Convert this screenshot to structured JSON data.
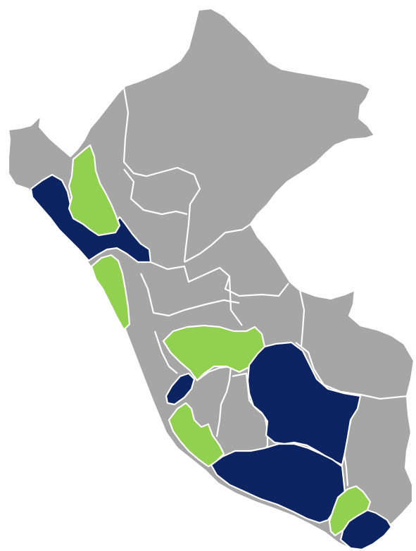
{
  "map": {
    "colors": {
      "base": "#a6a6a6",
      "navy": "#0c2461",
      "green": "#92d050",
      "border": "#ffffff",
      "background": "#ffffff"
    },
    "regions": [
      {
        "name": "country-outline",
        "fill": "base"
      },
      {
        "name": "region-north-coast-lambayeque-lalibertad",
        "fill": "navy"
      },
      {
        "name": "region-cajamarca",
        "fill": "green"
      },
      {
        "name": "region-ancash-coast",
        "fill": "green"
      },
      {
        "name": "region-lima-island",
        "fill": "navy"
      },
      {
        "name": "region-ayacucho-huancavelica",
        "fill": "green"
      },
      {
        "name": "region-ica-coast",
        "fill": "green"
      },
      {
        "name": "region-cusco-apurimac",
        "fill": "navy"
      },
      {
        "name": "region-arequipa-moquegua",
        "fill": "navy"
      },
      {
        "name": "region-tacna",
        "fill": "navy"
      },
      {
        "name": "region-puno-south",
        "fill": "green"
      }
    ]
  }
}
